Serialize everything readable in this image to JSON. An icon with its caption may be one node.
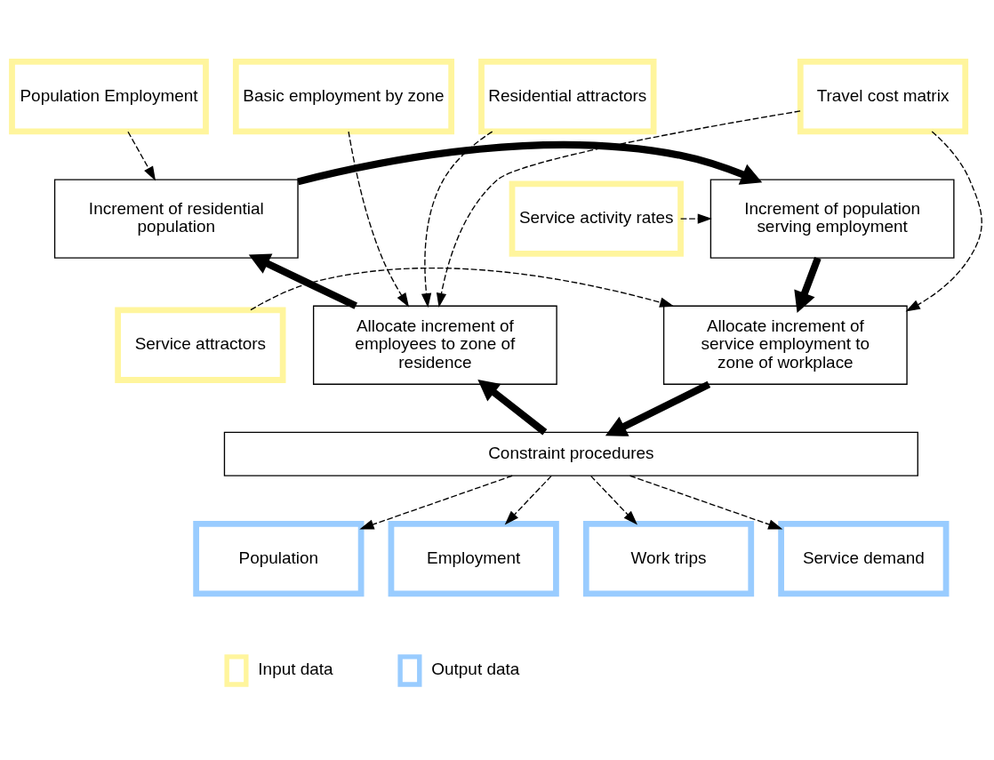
{
  "diagram": {
    "nodes": [
      {
        "text": [
          "Basic employment by zone"
        ]
      },
      {
        "text": [
          "Residential attractors"
        ]
      },
      {
        "text": [
          "Population Employment"
        ]
      },
      {
        "text": [
          "Travel cost matrix"
        ]
      },
      {
        "text": [
          "Increment of residential population"
        ]
      },
      {
        "text": [
          "Increment of population serving employment"
        ]
      },
      {
        "text": [
          "Service activity rates"
        ]
      },
      {
        "text": [
          "Allocate increment of employees to zone of residence"
        ]
      },
      {
        "text": [
          "Allocate increment of service employment to zone of workplace"
        ]
      },
      {
        "text": [
          "Service attractors"
        ]
      },
      {
        "text": [
          "Constraint procedures"
        ]
      },
      {
        "text": [
          "Population"
        ]
      },
      {
        "text": [
          "Employment"
        ]
      },
      {
        "text": [
          "Work trips"
        ]
      },
      {
        "text": [
          "Service demand"
        ]
      }
    ],
    "edges": [
      {
        "from": 0,
        "to": 7,
        "arrow": "to",
        "style": "dashed"
      },
      {
        "from": 1,
        "to": 7,
        "arrow": "to",
        "style": "dashed"
      },
      {
        "from": 2,
        "to": 4,
        "arrow": "to",
        "style": "dashed"
      },
      {
        "from": 3,
        "to": 7,
        "arrow": "to",
        "style": "dashed"
      },
      {
        "from": 3,
        "to": 8,
        "arrow": "to",
        "style": "dashed"
      },
      {
        "from": 6,
        "to": 5,
        "arrow": "to",
        "style": "dashed"
      },
      {
        "from": 4,
        "to": 5,
        "arrow": "to",
        "style": "thick"
      },
      {
        "from": 7,
        "to": 4,
        "arrow": "to",
        "style": "thick"
      },
      {
        "from": 5,
        "to": 8,
        "arrow": "to",
        "style": "thick"
      },
      {
        "from": 9,
        "to": 8,
        "arrow": "to",
        "style": "dashed"
      },
      {
        "from": 10,
        "to": 7,
        "arrow": "to",
        "style": "thick"
      },
      {
        "from": 8,
        "to": 10,
        "arrow": "to",
        "style": "thick"
      },
      {
        "from": 10,
        "to": 11,
        "arrow": "to",
        "style": "dashed"
      },
      {
        "from": 10,
        "to": 12,
        "arrow": "to",
        "style": "dashed"
      },
      {
        "from": 10,
        "to": 13,
        "arrow": "to",
        "style": "dashed"
      },
      {
        "from": 10,
        "to": 14,
        "arrow": "to",
        "style": "dashed"
      }
    ],
    "legend": [
      {
        "text": "Input data",
        "color": "#fff59d"
      },
      {
        "text": "Output data",
        "color": "#99ccff"
      }
    ]
  }
}
